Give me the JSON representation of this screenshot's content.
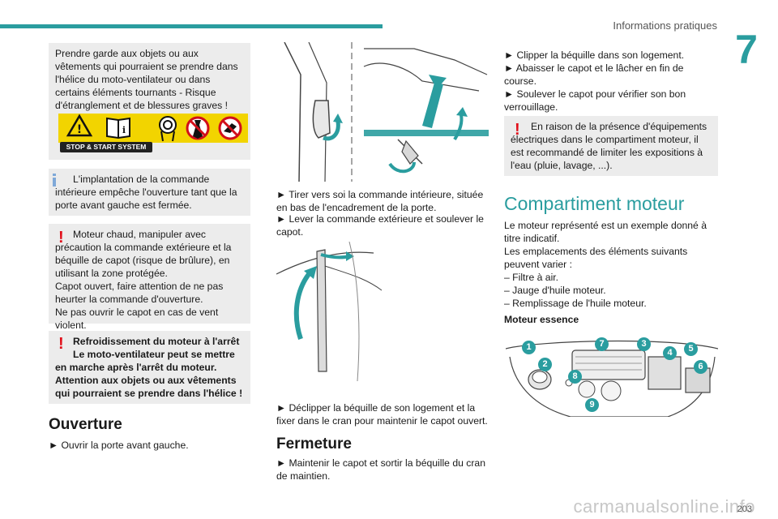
{
  "header": {
    "section_title": "Informations pratiques",
    "chapter": "7",
    "page": "203"
  },
  "watermark": "carmanualsonline.info",
  "left": {
    "box1": {
      "text": "Prendre garde aux objets ou aux vêtements qui pourraient se prendre dans l'hélice du moto-ventilateur ou dans certains éléments tournants - Risque d'étranglement et de blessures graves !",
      "badge": "STOP & START SYSTEM"
    },
    "box2": {
      "text": "L'implantation de la commande intérieure empêche l'ouverture tant que la porte avant gauche est fermée."
    },
    "box3": {
      "line1": "Moteur chaud, manipuler avec précaution la commande extérieure et la béquille de capot (risque de brûlure), en utilisant la zone protégée.",
      "line2": "Capot ouvert, faire attention de ne pas heurter la commande d'ouverture.",
      "line3": "Ne pas ouvrir le capot en cas de vent violent."
    },
    "box4": {
      "title": "Refroidissement du moteur à l'arrêt",
      "body": "Le moto-ventilateur peut se mettre en marche après l'arrêt du moteur. Attention aux objets ou aux vêtements qui pourraient se prendre dans l'hélice !"
    },
    "ouverture_title": "Ouverture",
    "ouverture_step1": "► Ouvrir la porte avant gauche."
  },
  "middle": {
    "step2": "► Tirer vers soi la commande intérieure, située en bas de l'encadrement de la porte.",
    "step3": "► Lever la commande extérieure et soulever le capot.",
    "step4": "► Déclipper la béquille de son logement et la fixer dans le cran pour maintenir le capot ouvert.",
    "fermeture_title": "Fermeture",
    "fermeture_step1": "► Maintenir le capot et sortir la béquille du cran de maintien."
  },
  "right": {
    "step_a": "► Clipper la béquille dans son logement.",
    "step_b": "► Abaisser le capot et le lâcher en fin de course.",
    "step_c": "► Soulever le capot pour vérifier son bon verrouillage.",
    "warn": "En raison de la présence d'équipements électriques dans le compartiment moteur, il est recommandé de limiter les expositions à l'eau (pluie, lavage, ...).",
    "section_title": "Compartiment moteur",
    "intro1": "Le moteur représenté est un exemple donné à titre indicatif.",
    "intro2": "Les emplacements des éléments suivants peuvent varier :",
    "items": [
      "– Filtre à air.",
      "– Jauge d'huile moteur.",
      "– Remplissage de l'huile moteur."
    ],
    "engine_label": "Moteur essence",
    "numbers": [
      "1",
      "2",
      "3",
      "4",
      "5",
      "6",
      "7",
      "8",
      "9"
    ]
  },
  "colors": {
    "accent": "#2a9d9f",
    "warning": "#e10f1a",
    "info": "#7fa9d8",
    "box": "#ececec"
  }
}
